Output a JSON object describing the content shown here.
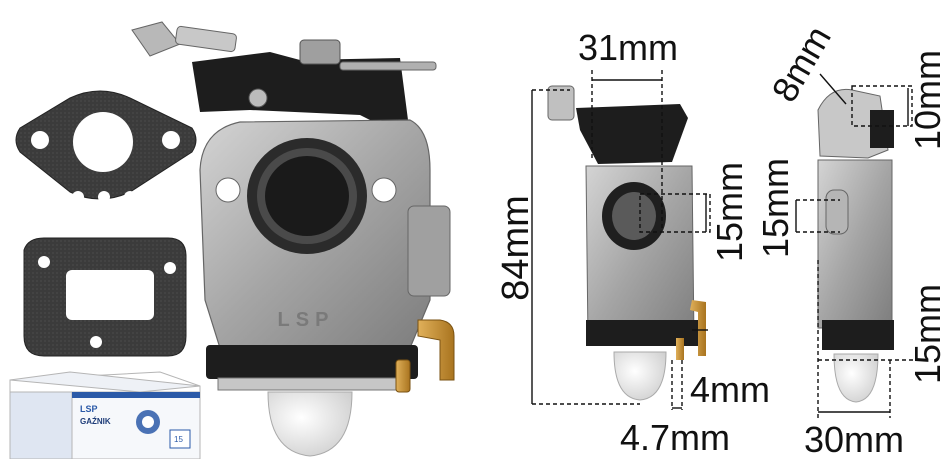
{
  "product_box": {
    "brand": "LSP",
    "title": "GAŹNIK",
    "count": "15"
  },
  "carburetor": {
    "body_marking": "LSP"
  },
  "dimensions": {
    "width_top": "31mm",
    "height_total": "84mm",
    "bore": "15mm",
    "fuel_nipple_diameter": "4mm",
    "fuel_nipple_length": "4.7mm",
    "side_bolt": "8mm",
    "side_top": "10mm",
    "side_bore": "15mm",
    "side_bottom": "15mm",
    "side_width": "30mm"
  },
  "colors": {
    "metal": "#a9a9a9",
    "black_plastic": "#1d1d1d",
    "brass": "#c8912f",
    "gasket": "#3a3a3a",
    "box_blue": "#2b5aa8"
  }
}
